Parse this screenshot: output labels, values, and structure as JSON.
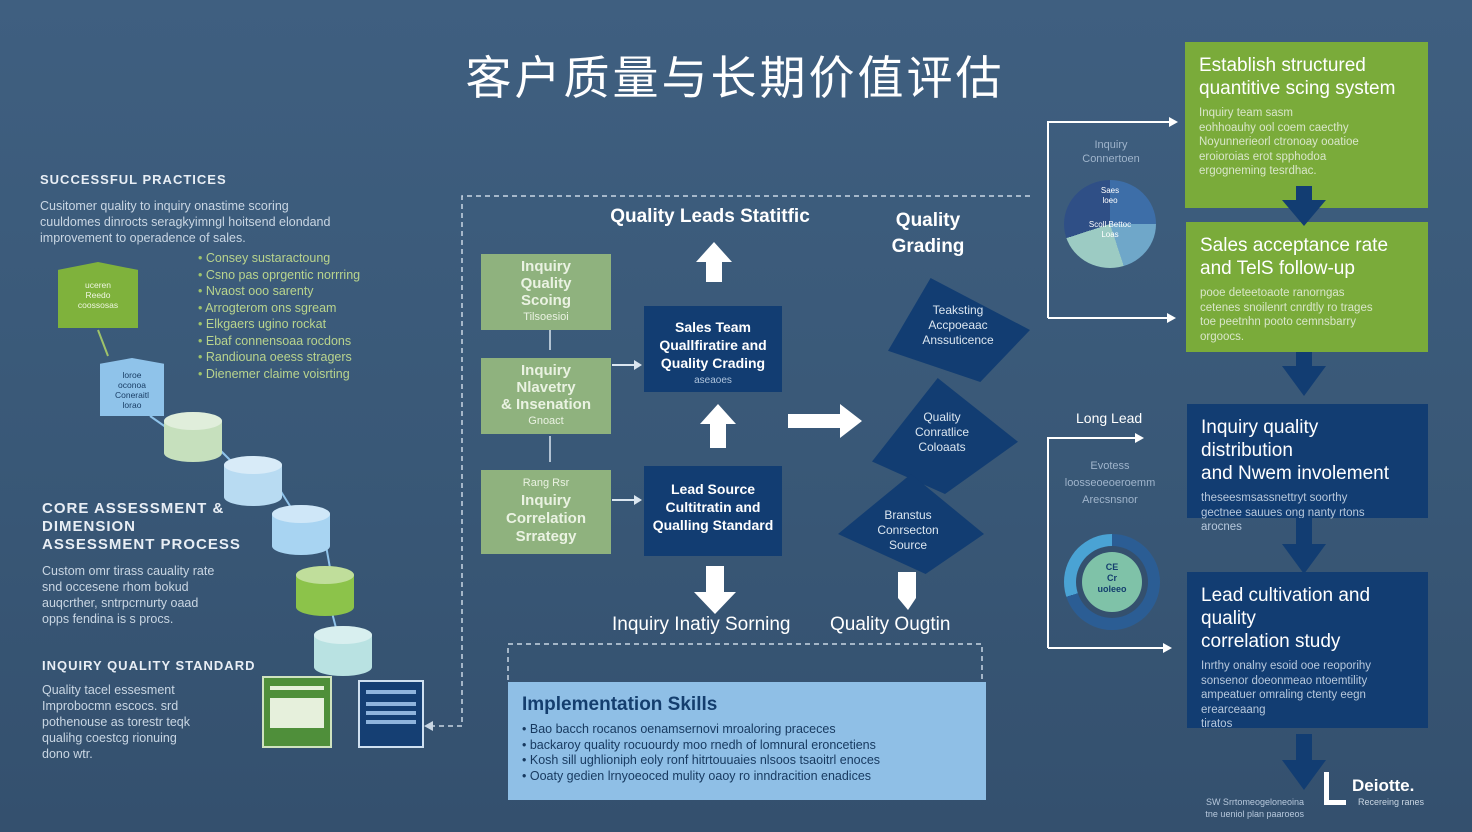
{
  "title": "客户质量与长期价值评估",
  "left": {
    "successful_heading": "SUCCESSFUL PRACTICES",
    "successful_text": [
      "Cusitomer quality to inquiry onastime scoring",
      "cuuldomes dinrocts seragkyimngl hoitsend elondand",
      "improvement to operadence of sales."
    ],
    "bullets": [
      "Consey sustaractoung",
      "Csno pas oprgentic norrring",
      "Nvaost ooo sarenty",
      "Arrogterom ons sgream",
      "Elkgaers ugino rockat",
      "Ebaf connensoaa rocdons",
      "Randiouna oeess stragers",
      "Dienemer claime voisrting"
    ],
    "green_tag": [
      "uceren",
      "Reedo",
      "coossosas"
    ],
    "blue_tag": [
      "loroe",
      "oconoa",
      "Coneraitl",
      "lorao"
    ],
    "core_heading": [
      "CORE ASSESSMENT &",
      "DIMENSION",
      "ASSESSMENT PROCESS"
    ],
    "core_text": [
      "Custom omr tirass cauality rate",
      "snd occesene rhom bokud",
      "auqcrther, sntrpcrnurty oaad",
      "opps fendina is s procs."
    ],
    "inquiry_heading": "INQUIRY QUALITY STANDARD",
    "inquiry_text": [
      "Quality tacel essesment",
      "Improbocmn escocs. srd",
      "pothenouse as torestr teqk",
      "qualihg coestcg rionuing",
      "dono wtr."
    ]
  },
  "center": {
    "label_quality_leads": "Quality Leads Statitfic",
    "label_quality_grading": [
      "Quality",
      "Grading"
    ],
    "green_boxes": [
      {
        "title": [
          "Inquiry",
          "Quality",
          "Scoing"
        ],
        "sub": "Tilsoesioi"
      },
      {
        "title": [
          "Inquiry",
          "Nlavetry",
          "& Insenation"
        ],
        "sub": "Gnoact"
      },
      {
        "title": [
          "Inquiry",
          "Correlation",
          "Srrategy"
        ],
        "sub": "Rang Rsr"
      }
    ],
    "navy_boxes": [
      {
        "title": [
          "Sales Team",
          "Quallfiratire and",
          "Quality Crading"
        ],
        "sub": "aseaoes"
      },
      {
        "title": [
          "Lead Source",
          "Cultitratin and",
          "Qualling Standard"
        ],
        "sub": ""
      }
    ],
    "diamonds": [
      [
        "Teaksting",
        "Accpoeaac",
        "Anssuticence"
      ],
      [
        "Quality",
        "Conratlice",
        "Coloaats"
      ],
      [
        "Branstus",
        "Conrsecton",
        "Source"
      ]
    ],
    "bottom_labels": [
      "Inquiry Inatiy Sorning",
      "Quality Ougtin"
    ]
  },
  "implementation": {
    "title": "Implementation Skills",
    "items": [
      "Bao bacch rocanos oenamsernovi mroaloring praceces",
      "backaroy quality rocuourdy moo rnedh of lomnural eroncetiens",
      "Kosh sill ughlioniph eoly ronf hitrtouuaies nlsoos tsaoitrl enoces",
      "Ooaty gedien lrnyoeoced mulity oaoy ro inndracition enadices"
    ]
  },
  "right": {
    "boxes": [
      {
        "title": [
          "Establish structured",
          "quantitive scing system"
        ],
        "desc": [
          "Inquiry team sasm",
          "eohhoauhy ool coem caecthy",
          "Noyunnerieorl ctronoay ooatioe",
          "eroioroias erot spphodoa",
          "ergogneming tesrdhac."
        ]
      },
      {
        "title": [
          "Sales acceptance rate",
          "and TelS follow-up"
        ],
        "desc": [
          "pooe deteetoaote ranorngas",
          "cetenes snoilenrt cnrdtly ro trages",
          "toe peetnhn pooto cemnsbarry",
          "orgoocs."
        ]
      },
      {
        "title": [
          "Inquiry quality distribution",
          "and Nwem involement"
        ],
        "desc": [
          "theseesmsassnettryt soorthy",
          "gectnee sauues ong nanty rtons",
          "arocnes"
        ]
      },
      {
        "title": [
          "Lead cultivation and quality",
          "correlation study"
        ],
        "desc": [
          "Inrthy onalny esoid ooe reoporihy",
          "sonsenor doeonmeao ntoemtility",
          "ampeatuer omraling ctenty eegn",
          "erearceaang",
          "tiratos"
        ]
      }
    ],
    "side_label_top": [
      "Inquiry",
      "Connertoen"
    ],
    "pie_labels": [
      "Saes",
      "loeo",
      "Scoll Bettoc",
      "Loas"
    ],
    "long_lead": "Long Lead",
    "side_label_mid": [
      "Evotess",
      "loosseoeoeroemm",
      "Arecsnsnor"
    ],
    "gauge_text": [
      "CE",
      "Cr",
      "uoleeo"
    ],
    "logo": "Deiotte.",
    "logo_sub": "Recereing ranes",
    "footnote": [
      "SW Srrtomeogeloneoina",
      "tne ueniol plan paaroeos"
    ]
  }
}
